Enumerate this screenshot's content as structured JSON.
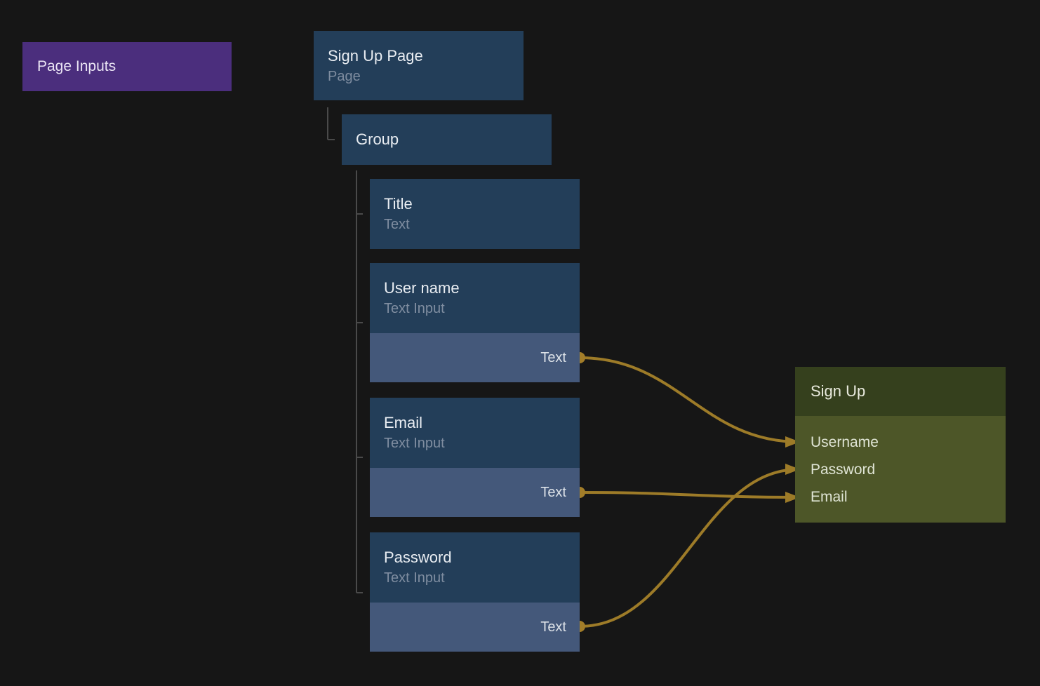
{
  "page_inputs": {
    "label": "Page Inputs"
  },
  "tree": {
    "signup_page": {
      "title": "Sign Up Page",
      "subtitle": "Page"
    },
    "group": {
      "title": "Group"
    },
    "title_node": {
      "title": "Title",
      "subtitle": "Text"
    },
    "username_node": {
      "title": "User name",
      "subtitle": "Text Input",
      "port_label": "Text"
    },
    "email_node": {
      "title": "Email",
      "subtitle": "Text Input",
      "port_label": "Text"
    },
    "password_node": {
      "title": "Password",
      "subtitle": "Text Input",
      "port_label": "Text"
    }
  },
  "signup": {
    "title": "Sign Up",
    "inputs": [
      "Username",
      "Password",
      "Email"
    ]
  },
  "connections": [
    {
      "from": "User name / Text",
      "to": "Sign Up / Username"
    },
    {
      "from": "Email / Text",
      "to": "Sign Up / Email"
    },
    {
      "from": "Password / Text",
      "to": "Sign Up / Password"
    }
  ],
  "colors": {
    "background": "#161616",
    "node_header_blue": "#233e59",
    "node_body_blue": "#44587a",
    "accent_purple": "#4b2e7d",
    "signup_header_olive": "#35401d",
    "signup_body_olive": "#4d5628",
    "wire_gold": "#9d7b28",
    "tree_line_gray": "#4a4a4a"
  }
}
